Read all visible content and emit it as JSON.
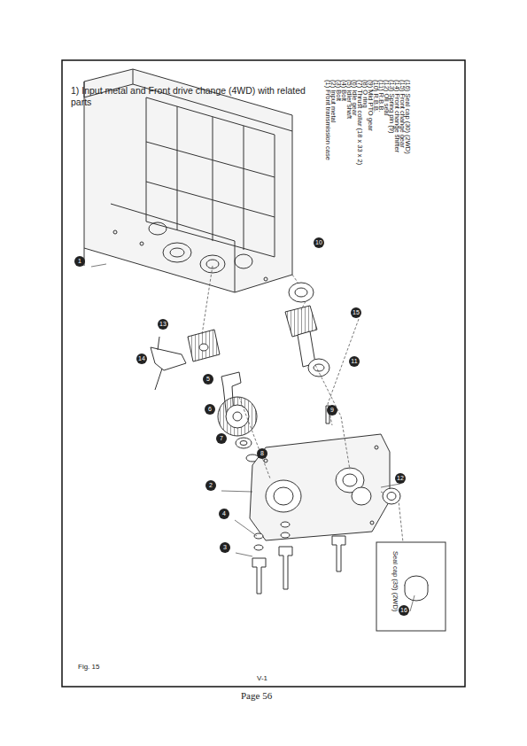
{
  "diagram": {
    "title": "1) Input metal and Front drive change (4WD) with related parts",
    "labels": [
      "(1) Front transmission case",
      "(2) Input metal",
      "(3) Bolt",
      "(4) Bolt",
      "(5) Idler shaft",
      "(6) Idle gear",
      "(7) Thrust collar (18 x 33 x 2)",
      "(8) O ring",
      "(9) Mid PTO gear",
      "(10) R.B.B.",
      "(11) R.B.B.",
      "(12) Oil seal",
      "(13) Spring pin (9)",
      "(14) Front change shifter",
      "(15) Front change gear",
      "(16) Seal cap (30) (2WD)",
      "Seal cap (35) (2WD)",
      "1",
      "2",
      "3",
      "4",
      "5",
      "6",
      "7",
      "8",
      "9",
      "10",
      "11",
      "12",
      "13",
      "14",
      "15",
      "16",
      "Fig. 15",
      "V-1",
      "Page 56"
    ]
  }
}
